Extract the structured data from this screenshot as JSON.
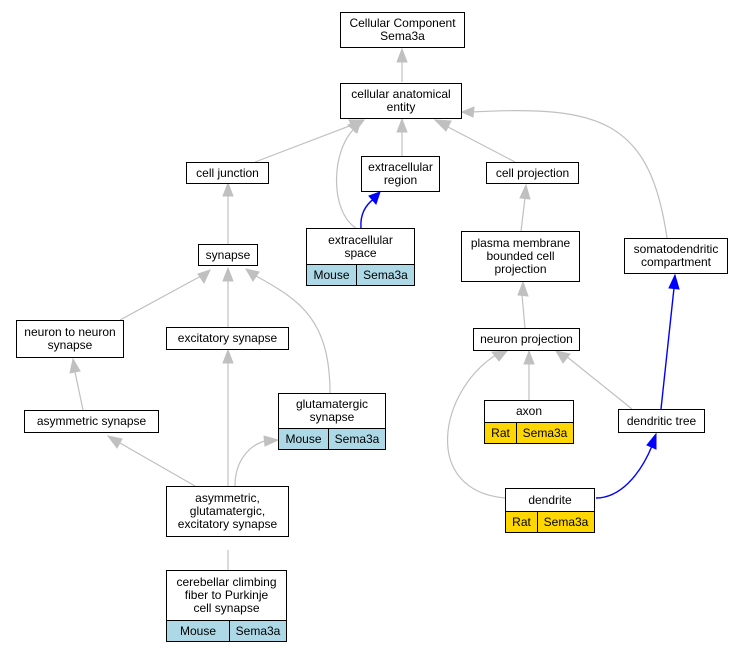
{
  "nodes": {
    "root": "Cellular Component\nSema3a",
    "cae": "cellular anatomical\nentity",
    "cell_junction": "cell junction",
    "extracellular_region": "extracellular\nregion",
    "cell_projection": "cell projection",
    "extracellular_space": "extracellular\nspace",
    "synapse": "synapse",
    "pmbcp": "plasma membrane\nbounded cell\nprojection",
    "somatodendritic": "somatodendritic\ncompartment",
    "n2n_synapse": "neuron to neuron\nsynapse",
    "excitatory_synapse": "excitatory synapse",
    "neuron_projection": "neuron projection",
    "asymmetric_synapse": "asymmetric synapse",
    "glutamatergic_synapse": "glutamatergic\nsynapse",
    "axon": "axon",
    "dendritic_tree": "dendritic tree",
    "age_synapse": "asymmetric,\nglutamatergic,\nexcitatory synapse",
    "dendrite": "dendrite",
    "cerebellar": "cerebellar climbing\nfiber to Purkinje\ncell synapse"
  },
  "tags": {
    "mouse": "Mouse",
    "rat": "Rat",
    "gene": "Sema3a"
  },
  "colors": {
    "mouse_tag": "#add8e6",
    "rat_tag": "#ffd700",
    "is_a_edge": "#c0c0c0",
    "part_of_edge": "#0000ff"
  }
}
